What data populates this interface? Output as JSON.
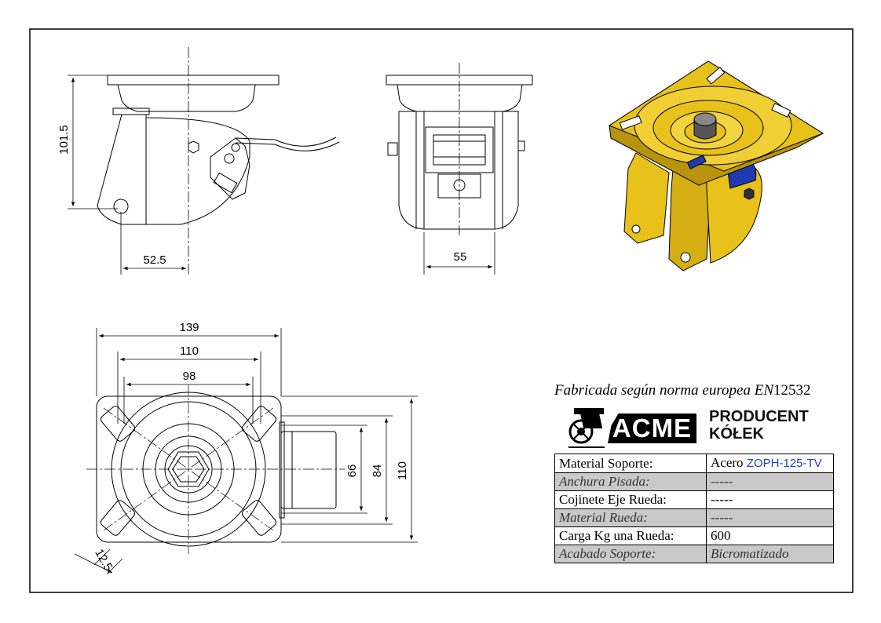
{
  "dimensions": {
    "height_side": "101.5",
    "offset_side": "52.5",
    "width_front": "55",
    "plate_length": "139",
    "hole_spacing_outer": "110",
    "hole_spacing_inner": "98",
    "hole_spacing_66": "66",
    "hole_spacing_84": "84",
    "plate_width": "110",
    "slot_width": "12.5"
  },
  "title_block": {
    "norm_text": "Fabricada según norma europea EN",
    "norm_number": "12532",
    "logo_text": "ACME",
    "producer_line1": "PRODUCENT",
    "producer_line2": "KÓŁEK",
    "rows": [
      {
        "label": "Material Soporte:",
        "value": "Acero",
        "code": "ZOPH-125-TV"
      },
      {
        "label": "Anchura Pisada:",
        "value": "-----"
      },
      {
        "label": "Cojinete Eje Rueda:",
        "value": "-----"
      },
      {
        "label": "Material Rueda:",
        "value": "-----"
      },
      {
        "label": "Carga Kg una Rueda:",
        "value": "600"
      },
      {
        "label": "Acabado Soporte:",
        "value": "Bicromatizado"
      }
    ]
  },
  "colors": {
    "frame": "#000000",
    "body_yellow": "#e8c21a",
    "body_shadow": "#b8930c",
    "wheel_blue": "#1f3ab0",
    "table_alt": "#c9c9c9",
    "code_blue": "#1b3fd6"
  }
}
